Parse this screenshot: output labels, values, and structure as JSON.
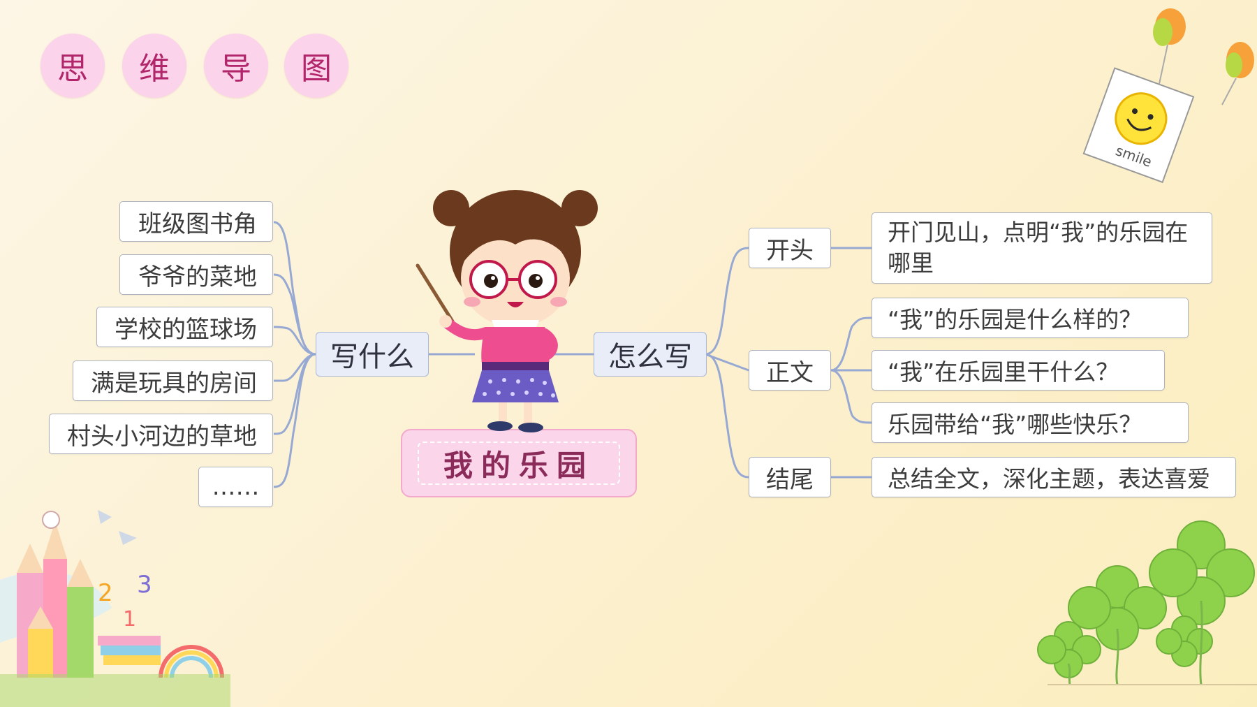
{
  "header": {
    "chars": [
      "思",
      "维",
      "导",
      "图"
    ]
  },
  "mindmap": {
    "central": "我的乐园",
    "left_branch": {
      "label": "写什么",
      "items": [
        "班级图书角",
        "爷爷的菜地",
        "学校的篮球场",
        "满是玩具的房间",
        "村头小河边的草地",
        "……"
      ]
    },
    "right_branch": {
      "label": "怎么写",
      "sections": [
        {
          "label": "开头",
          "details": [
            "开门见山，点明“我”的乐园在哪里"
          ]
        },
        {
          "label": "正文",
          "details": [
            "“我”的乐园是什么样的？",
            "“我”在乐园里干什么？",
            "乐园带给“我”哪些快乐？"
          ]
        },
        {
          "label": "结尾",
          "details": [
            "总结全文，深化主题，表达喜爱"
          ]
        }
      ]
    }
  },
  "decorations": {
    "smile_card_text": "smile"
  },
  "colors": {
    "background": "#fcf2d6",
    "circle_fill": "#fbd3ea",
    "circle_text": "#b2276b",
    "branch_fill": "#e9edf7",
    "connector": "#97a9d3",
    "title_fill": "#fbd6ea"
  }
}
